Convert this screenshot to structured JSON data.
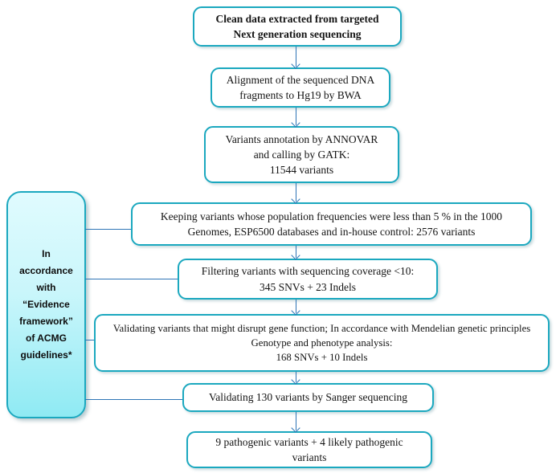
{
  "flowchart": {
    "title_node": "Clean data extracted from targeted Next generation sequencing",
    "nodes": [
      {
        "id": "clean-data",
        "lines": [
          "Clean data extracted from targeted",
          "Next generation sequencing"
        ]
      },
      {
        "id": "alignment",
        "lines": [
          "Alignment of the sequenced DNA",
          "fragments to Hg19 by BWA"
        ]
      },
      {
        "id": "annotation",
        "lines": [
          "Variants annotation by ANNOVAR",
          "and calling by GATK:",
          "11544 variants"
        ]
      },
      {
        "id": "population-frequency-filter",
        "lines": [
          "Keeping variants whose population frequencies were less than 5 % in the 1000",
          "Genomes, ESP6500 databases and in-house control: 2576 variants"
        ]
      },
      {
        "id": "coverage-filter",
        "lines": [
          "Filtering variants with sequencing coverage <10:",
          "345 SNVs + 23 Indels"
        ]
      },
      {
        "id": "gene-function-validation",
        "lines": [
          "Validating variants that might disrupt gene function; In accordance with Mendelian genetic principles",
          "Genotype and phenotype analysis:",
          "168 SNVs + 10 Indels"
        ]
      },
      {
        "id": "sanger-validation",
        "lines": [
          "Validating 130 variants by Sanger sequencing"
        ]
      },
      {
        "id": "result",
        "lines": [
          "9 pathogenic variants + 4 likely pathogenic",
          "variants"
        ]
      }
    ],
    "side_note": {
      "lines": [
        "In",
        "accordance",
        "with",
        "“Evidence",
        "framework”",
        "of ACMG",
        "guidelines*"
      ]
    },
    "counts": {
      "total_variants": 11544,
      "after_frequency_filter": 2576,
      "after_coverage_filter_snvs": 345,
      "after_coverage_filter_indels": 23,
      "after_function_filter_snvs": 168,
      "after_function_filter_indels": 10,
      "sanger_validated": 130,
      "pathogenic": 9,
      "likely_pathogenic": 4
    },
    "colors": {
      "node_border": "#1ba8bf",
      "arrow_line": "#2e75b6",
      "note_fill_top": "#e0fbfe",
      "note_fill_bottom": "#8feaf3",
      "text": "#141414"
    }
  }
}
